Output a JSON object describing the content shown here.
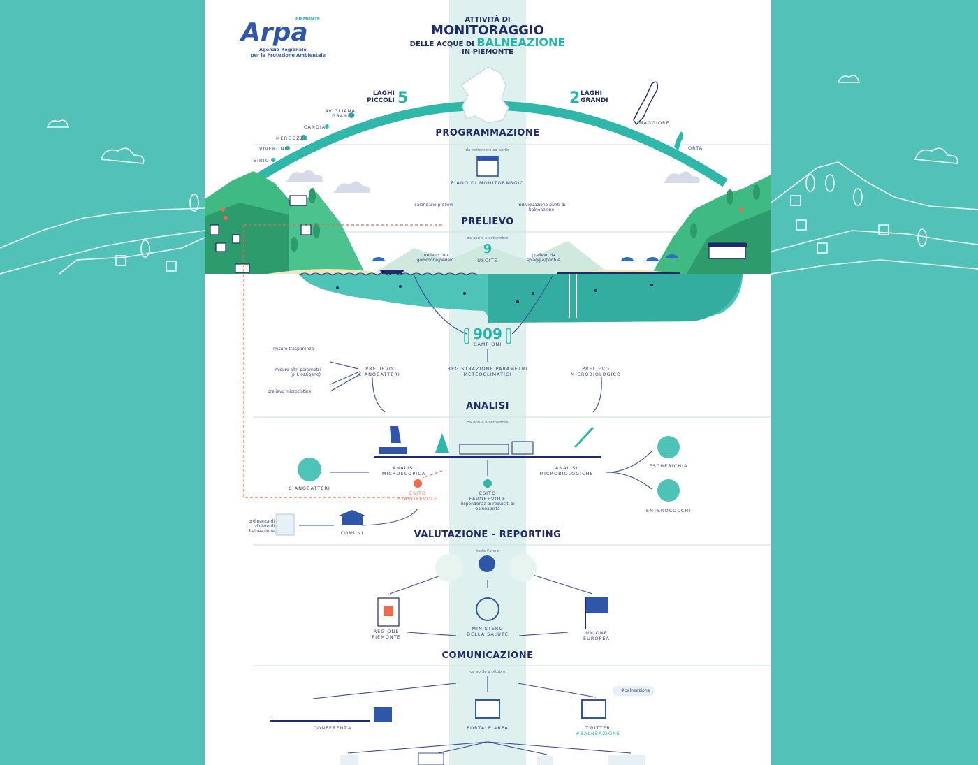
{
  "logo": {
    "brand": "Arpa",
    "region": "PIEMONTE",
    "tagline_1": "Agenzia Regionale",
    "tagline_2": "per la Protezione Ambientale"
  },
  "title": {
    "line1": "ATTIVITÀ DI",
    "line2": "MONITORAGGIO",
    "line3_prefix": "DELLE ACQUE DI",
    "line3_highlight": "BALNEAZIONE",
    "line4": "IN PIEMONTE"
  },
  "lakes": {
    "small_label_1": "LAGHI",
    "small_label_2": "PICCOLI",
    "small_count": "5",
    "large_label_1": "LAGHI",
    "large_label_2": "GRANDI",
    "large_count": "2",
    "small": [
      "AVIGLIANA GRANDE",
      "CANDIA",
      "MERGOZZO",
      "VIVERONE",
      "SIRIO"
    ],
    "large": [
      "MAGGIORE",
      "ORTA"
    ]
  },
  "programmazione": {
    "title": "PROGRAMMAZIONE",
    "period": "da settembre ad aprile",
    "plan": "PIANO DI MONITORAGGIO",
    "left": "calendario prelievi",
    "right": "individuazione punti di balneazione"
  },
  "prelievo": {
    "title": "PRELIEVO",
    "period": "da aprile a settembre",
    "count": "9",
    "count_label": "USCITE",
    "left": "prelievo con gommone/pedalò",
    "right": "prelievo da spiaggia/pontile"
  },
  "campioni": {
    "count": "909",
    "label": "CAMPIONI",
    "branch_left": "PRELIEVO CIANOBATTERI",
    "branch_center": "REGISTRAZIONE PARAMETRI METEOCLIMATICI",
    "branch_right": "PRELIEVO MICROBIOLOGICO",
    "left_items": [
      "misure trasparenza",
      "misure altri parametri (pH, ossigeno)",
      "prelievo microcistine"
    ]
  },
  "analisi": {
    "title": "ANALISI",
    "period": "da aprile a settembre",
    "micro": "ANALISI MICROSCOPICA",
    "microbio": "ANALISI MICROBIOLOGICHE",
    "ciano": "CIANOBATTERI",
    "esch": "ESCHERICHIA",
    "entero": "ENTEROCOCCHI",
    "unfav": "ESITO SFAVOREVOLE",
    "fav": "ESITO FAVOREVOLE",
    "fav_note": "rispondenza ai requisiti di balneabilità",
    "comuni": "COMUNI",
    "ordinanza": "ordinanza di divieto di balneazione"
  },
  "valutazione": {
    "title": "VALUTAZIONE - REPORTING",
    "period": "tutto l'anno",
    "regione": "REGIONE PIEMONTE",
    "ministero": "MINISTERO DELLA SALUTE",
    "ue": "UNIONE EUROPEA"
  },
  "comunicazione": {
    "title": "COMUNICAZIONE",
    "period": "da aprile a ottobre",
    "conf": "CONFERENZA",
    "portale": "PORTALE ARPA",
    "twitter": "TWITTER",
    "hashtag": "#BALNEAZIONE",
    "bubble": "#balneazione"
  },
  "colors": {
    "background": "#52c2b8",
    "navy": "#1f2a66",
    "teal": "#22b5a9",
    "band": "#dff1ef",
    "alert": "#ef6b4a"
  }
}
